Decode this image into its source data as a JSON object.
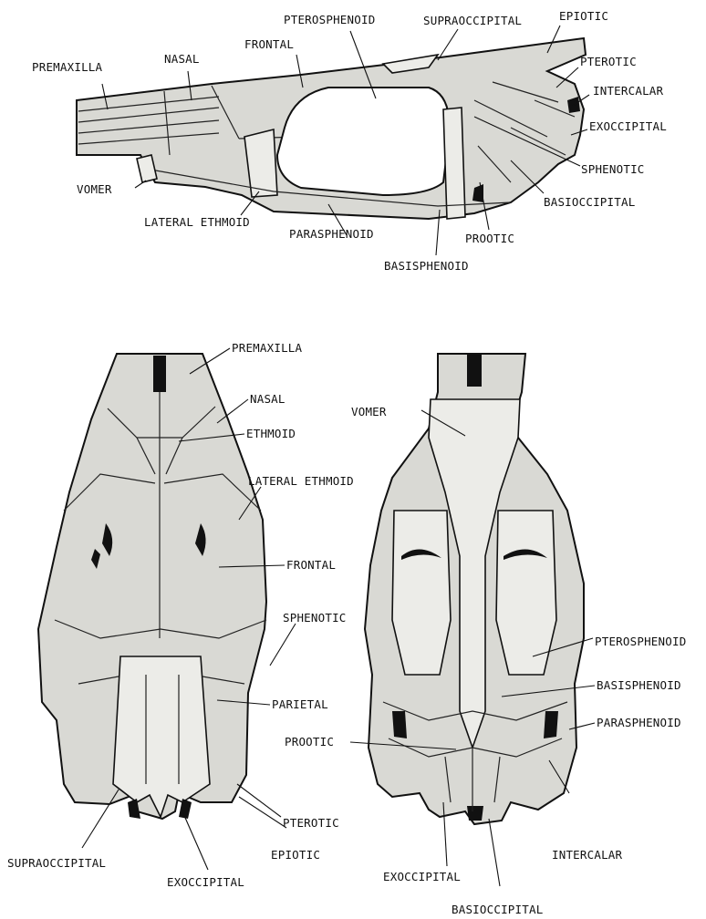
{
  "lateral_view": {
    "labels": {
      "premaxilla": "PREMAXILLA",
      "nasal": "NASAL",
      "frontal": "FRONTAL",
      "pterosphenoid": "PTEROSPHENOID",
      "supraoccipital": "SUPRAOCCIPITAL",
      "epiotic": "EPIOTIC",
      "pterotic": "PTEROTIC",
      "intercalar": "INTERCALAR",
      "exoccipital": "EXOCCIPITAL",
      "sphenotic": "SPHENOTIC",
      "basioccipital": "BASIOCCIPITAL",
      "prootic": "PROOTIC",
      "basisphenoid": "BASISPHENOID",
      "parasphenoid": "PARASPHENOID",
      "lateral_ethmoid": "LATERAL ETHMOID",
      "vomer": "VOMER"
    }
  },
  "dorsal_view": {
    "labels": {
      "premaxilla": "PREMAXILLA",
      "nasal": "NASAL",
      "ethmoid": "ETHMOID",
      "lateral_ethmoid": "LATERAL ETHMOID",
      "frontal": "FRONTAL",
      "sphenotic": "SPHENOTIC",
      "parietal": "PARIETAL",
      "pterotic": "PTEROTIC",
      "epiotic": "EPIOTIC",
      "supraoccipital": "SUPRAOCCIPITAL",
      "exoccipital": "EXOCCIPITAL"
    }
  },
  "ventral_view": {
    "labels": {
      "vomer": "VOMER",
      "pterosphenoid": "PTEROSPHENOID",
      "basisphenoid": "BASISPHENOID",
      "parasphenoid": "PARASPHENOID",
      "prootic": "PROOTIC",
      "intercalar": "INTERCALAR",
      "exoccipital": "EXOCCIPITAL",
      "basioccipital": "BASIOCCIPITAL"
    }
  }
}
